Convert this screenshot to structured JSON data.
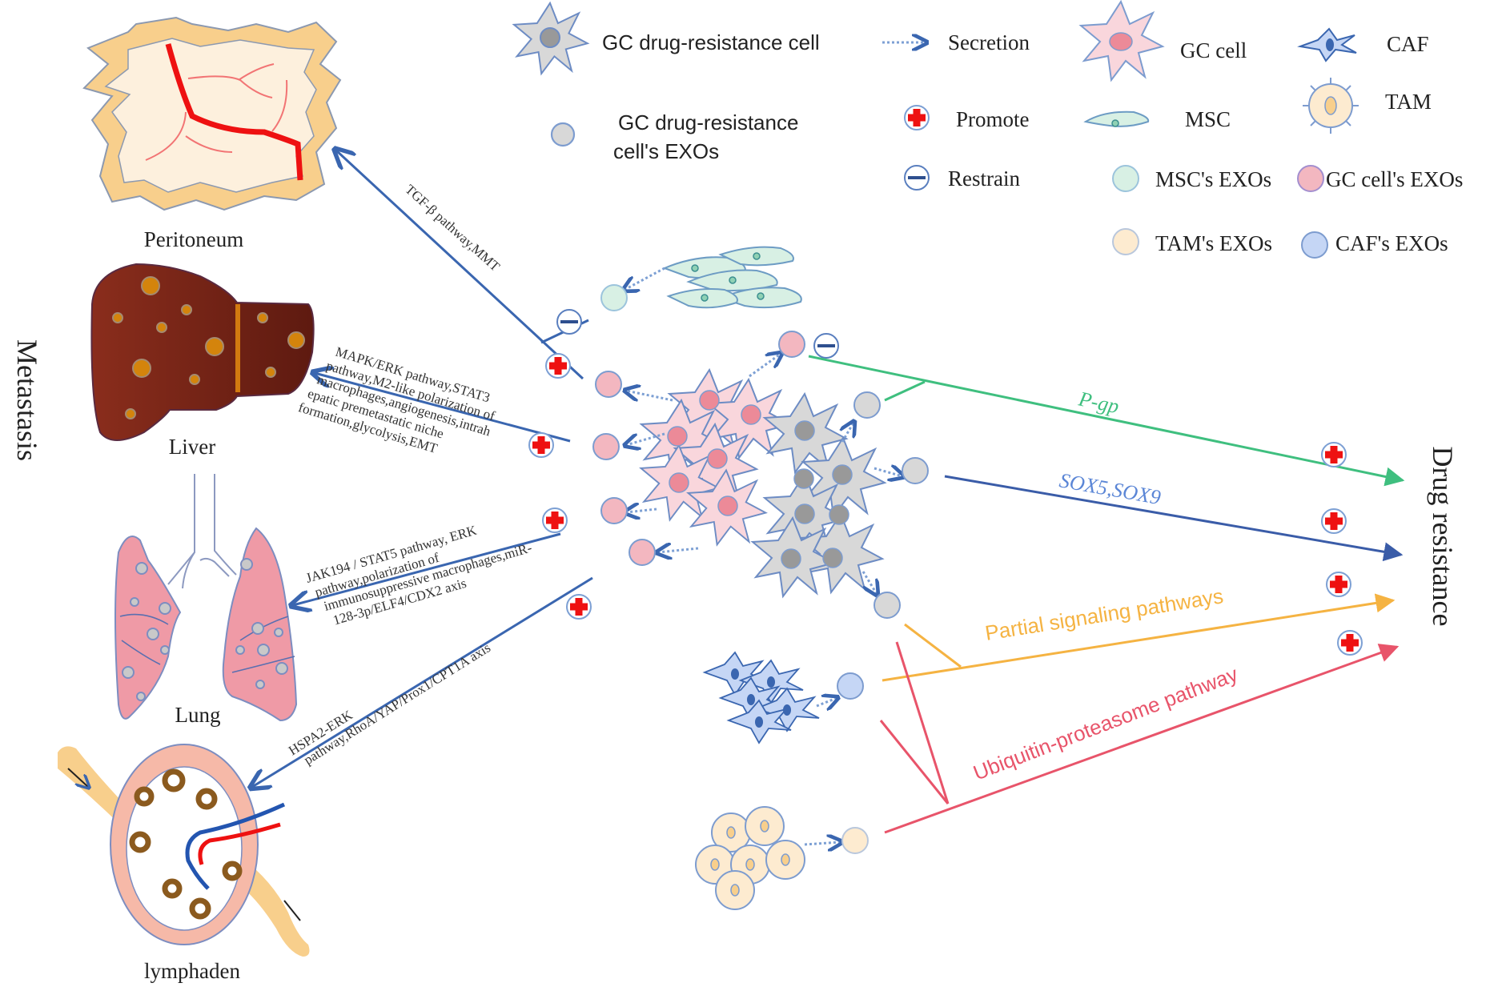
{
  "titles": {
    "left": "Metastasis",
    "right": "Drug resistance"
  },
  "organs": {
    "peritoneum": "Peritoneum",
    "liver": "Liver",
    "lung": "Lung",
    "lymph": "lymphaden"
  },
  "legend": {
    "gc_drug_resistance_cell": "GC drug-resistance cell",
    "gc_drug_resistance_exos_line1": "GC drug-resistance",
    "gc_drug_resistance_exos_line2": "cell's EXOs",
    "secretion": "Secretion",
    "promote": "Promote",
    "restrain": "Restrain",
    "gc_cell": "GC  cell",
    "msc": "MSC",
    "caf": "CAF",
    "tam": "TAM",
    "msc_exos": "MSC's EXOs",
    "gc_cell_exos": "GC cell's EXOs",
    "tam_exos": "TAM's EXOs",
    "caf_exos": "CAF's EXOs"
  },
  "metastasis_pathways": {
    "peritoneum": "TGF-β pathway,MMT",
    "liver": [
      "MAPK/ERK  pathway,STAT3",
      "pathway,M2-like polarization of",
      "macrophages,angiogenesis,intrah",
      "epatic premetastatic niche",
      "formation,glycolysis,EMT"
    ],
    "lung": [
      "JAK194 / STAT5 pathway, ERK",
      "pathway,polarization of",
      "immunosuppressive macrophages,miR-",
      "128-3p/ELF4/CDX2 axis"
    ],
    "lymph": [
      "HSPA2-ERK",
      "pathway,RhoA/YAP/Prox1/CPT1A axis"
    ]
  },
  "drug_resistance_pathways": {
    "pgp": "P-gp",
    "sox": "SOX5,SOX9",
    "partial": "Partial signaling pathways",
    "ubiquitin": "Ubiquitin-proteasome pathway"
  },
  "colors": {
    "arrow_blue": "#3a66b0",
    "pgp_green": "#3fbf7f",
    "sox_blue": "#3a5ca8",
    "sox_text": "#5b86d6",
    "partial_orange": "#f5b342",
    "ubiquitin_red": "#e8546a",
    "promote_red": "#ee1111",
    "gc_pink": "#f9d6dc",
    "gc_nucleus": "#ec8a98",
    "resist_gray": "#d8d8d8",
    "resist_nucleus": "#999999",
    "msc_green": "#d8f0e4",
    "tam_cream": "#fdebd0",
    "caf_blue": "#c5d6f5",
    "liver_brown": "#7a2518",
    "lung_pink": "#ef9aa6",
    "peritoneum_outer": "#f8cf8c",
    "peritoneum_inner": "#fdf0dd"
  }
}
